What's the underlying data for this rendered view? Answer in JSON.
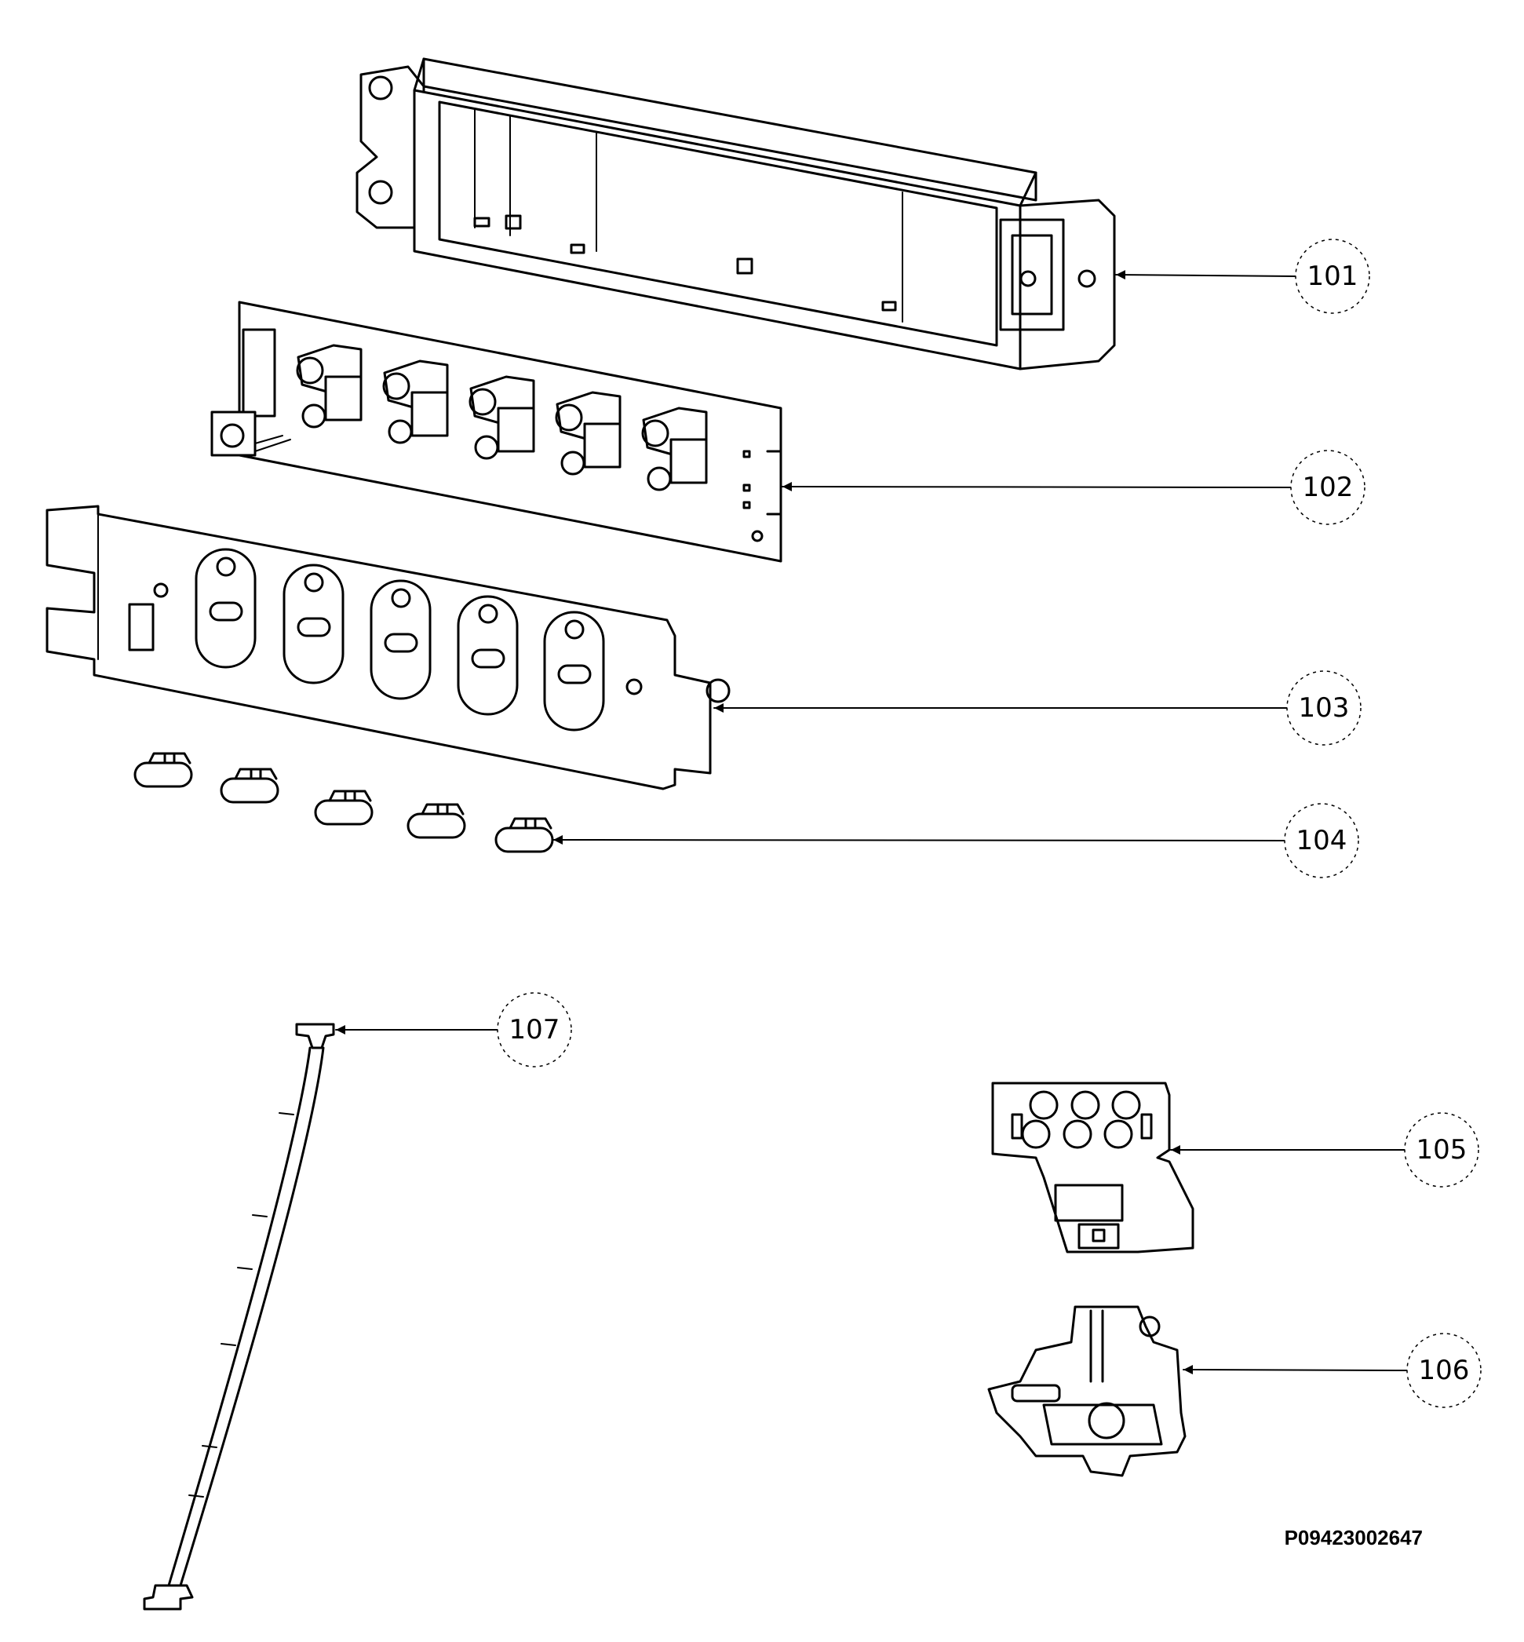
{
  "callouts": [
    {
      "id": "101",
      "label": "101"
    },
    {
      "id": "102",
      "label": "102"
    },
    {
      "id": "103",
      "label": "103"
    },
    {
      "id": "104",
      "label": "104"
    },
    {
      "id": "105",
      "label": "105"
    },
    {
      "id": "106",
      "label": "106"
    },
    {
      "id": "107",
      "label": "107"
    }
  ],
  "document_code": "P09423002647",
  "colors": {
    "ink": "#000000",
    "paper": "#ffffff"
  }
}
